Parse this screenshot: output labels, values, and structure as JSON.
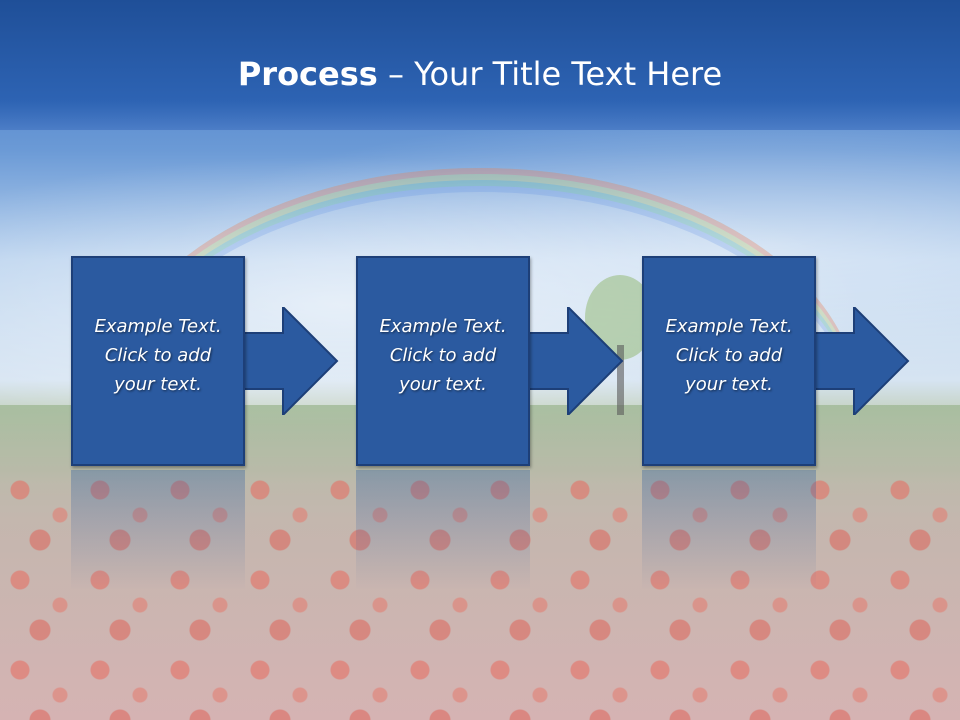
{
  "title": {
    "bold": "Process",
    "rest": " – Your Title Text Here"
  },
  "steps": [
    {
      "text": "Example Text.\nClick  to add\nyour text."
    },
    {
      "text": "Example Text.\nClick  to add\nyour text."
    },
    {
      "text": "Example Text.\nClick  to add\nyour text."
    }
  ],
  "colors": {
    "box": "#2b5aa0",
    "box_border": "#1d3f78",
    "title_bar": "#2d63b3"
  }
}
